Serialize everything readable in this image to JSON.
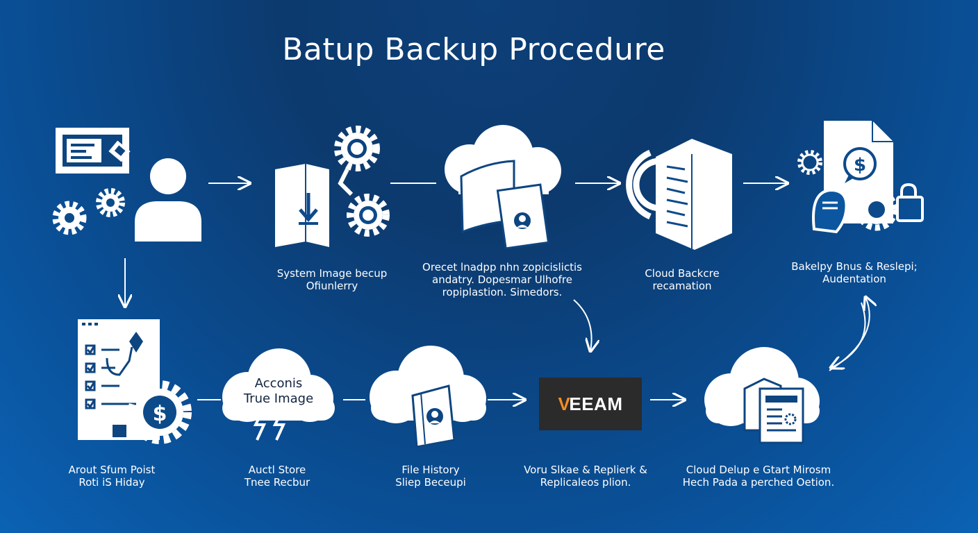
{
  "title": "Batup Backup Procedure",
  "nodes": {
    "system_image": {
      "line1": "System Image becup",
      "line2": "Ofiunlerry"
    },
    "orecet": {
      "line1": "Orecet lnadpp nhn zopicislictis",
      "line2": "andatry. Dopesmar Ulhofre",
      "line3": "ropiplastion. Simedors."
    },
    "cloud_backcre": {
      "line1": "Cloud Backcre",
      "line2": "recamation"
    },
    "bakelpy": {
      "line1": "Bakelpy Bnus & Reslepi;",
      "line2": "Audentation"
    },
    "arout": {
      "line1": "Arout Sfum Poist",
      "line2": "Roti iS Hiday"
    },
    "acconis": {
      "inner1": "Acconis",
      "inner2": "True Image",
      "line1": "Auctl Store",
      "line2": "Tnee Recbur"
    },
    "file_history": {
      "line1": "File History",
      "line2": "Sliep Beceupi"
    },
    "veeam": {
      "logo_mark": "V",
      "logo_text": "EEAM",
      "line1": "Voru Slkae & Replierk &",
      "line2": "Replicaleos plion."
    },
    "cloud_delup": {
      "line1": "Cloud Delup e Gtart Mirosm",
      "line2": "Hech Pada a perched Oetion."
    }
  },
  "colors": {
    "background_top": "#0c3a6e",
    "background_bottom": "#0b62b4",
    "icon": "#ffffff",
    "icon_line": "#0d4a8c",
    "veeam_bg": "#2b2b2b",
    "veeam_accent": "#f28c28"
  }
}
